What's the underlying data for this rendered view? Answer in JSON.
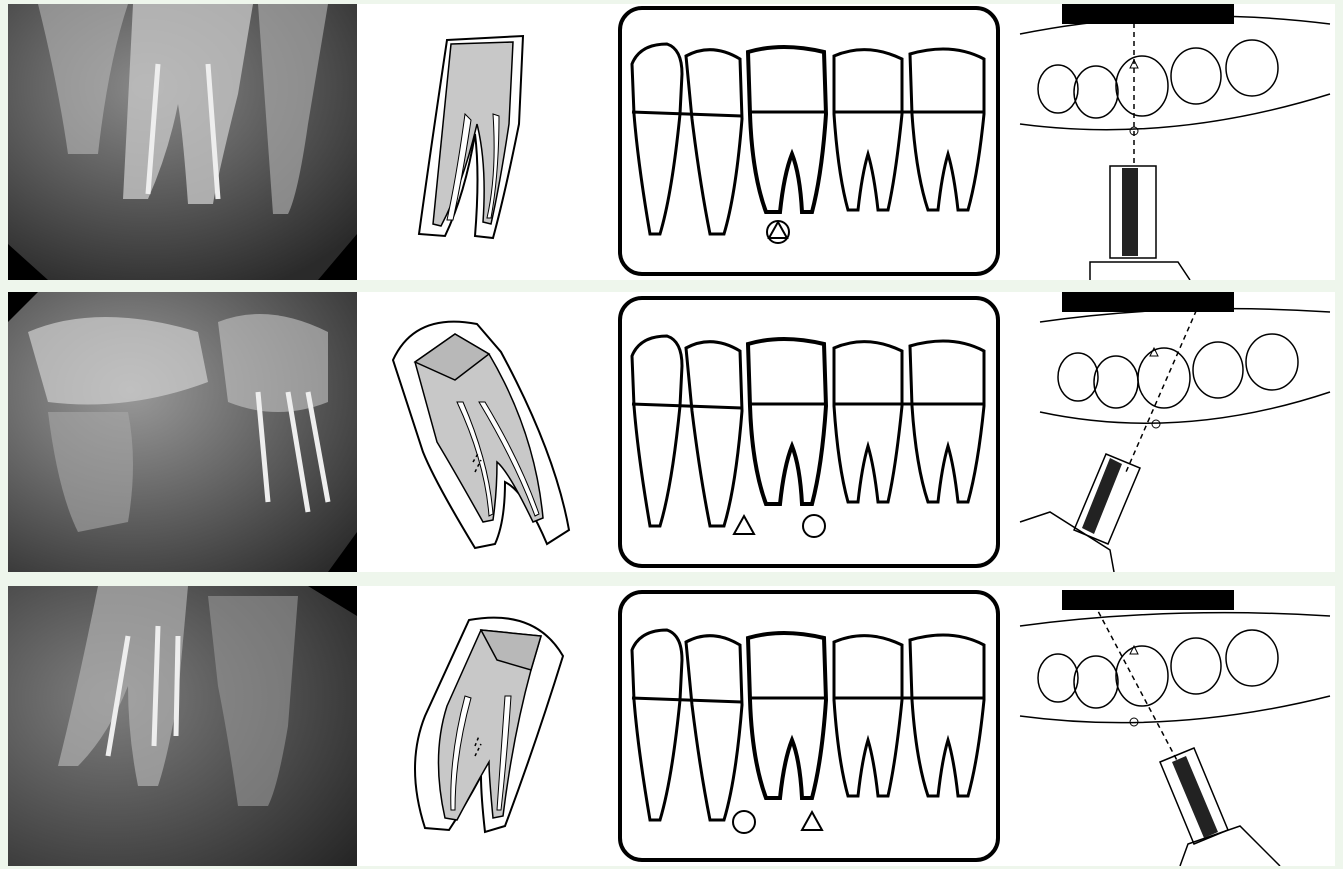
{
  "figure": {
    "rows": [
      {
        "id": "row-1",
        "projection": "orthoradial",
        "root_markers": [
          "triangle",
          "circle"
        ],
        "markers_overlapped": true
      },
      {
        "id": "row-2",
        "projection": "mesial-shift",
        "root_markers": [
          "triangle",
          "circle"
        ],
        "markers_overlapped": false
      },
      {
        "id": "row-3",
        "projection": "distal-shift",
        "root_markers": [
          "circle",
          "triangle"
        ],
        "markers_overlapped": false
      }
    ],
    "colors": {
      "page_bg": "#eef6ec",
      "xray_dark": "#1c1c1c",
      "canal_fill": "#c8c8c8",
      "line": "#000000",
      "redaction_bar": "#000000"
    }
  }
}
